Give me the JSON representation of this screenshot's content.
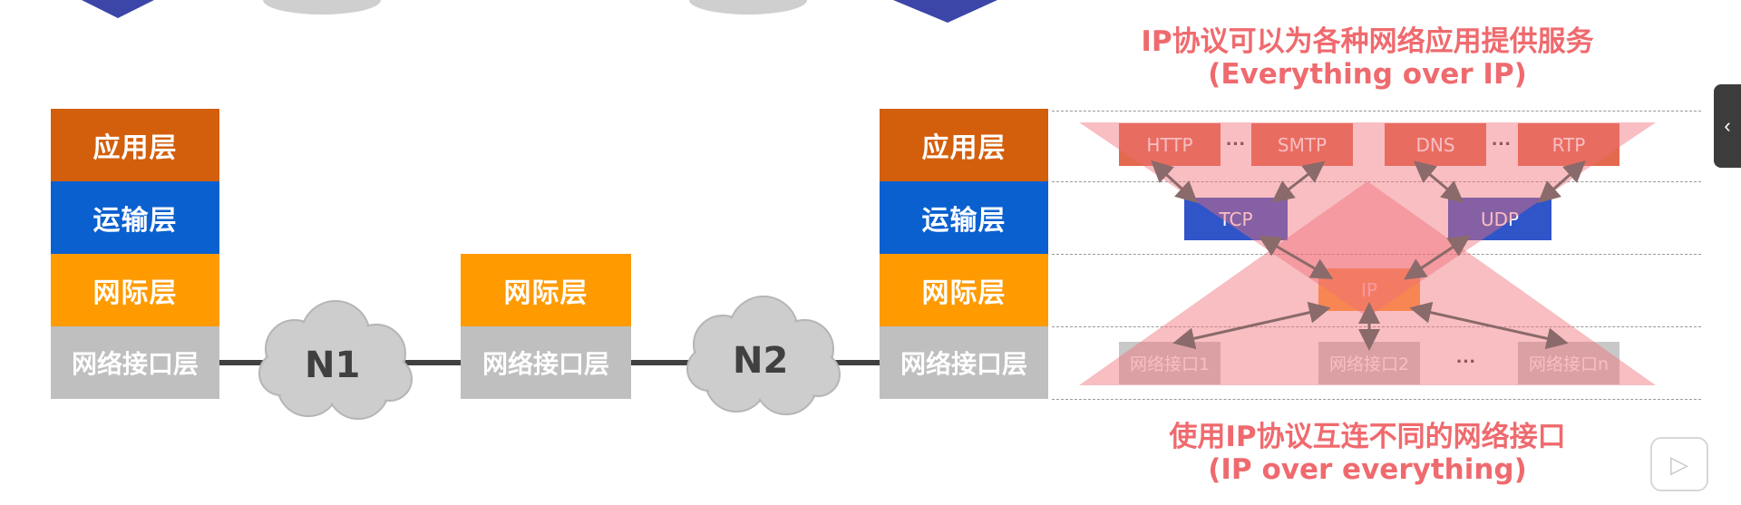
{
  "layers": {
    "app": "应用层",
    "transport": "运输层",
    "internet": "网际层",
    "interface": "网络接口层"
  },
  "clouds": {
    "n1": "N1",
    "n2": "N2"
  },
  "protocols": {
    "http": "HTTP",
    "smtp": "SMTP",
    "dns": "DNS",
    "rtp": "RTP",
    "tcp": "TCP",
    "udp": "UDP",
    "ip": "IP",
    "if1": "网络接口1",
    "if2": "网络接口2",
    "ifn": "网络接口n",
    "ellipsis": "···",
    "ellipsis_bottom": "···"
  },
  "notes": {
    "top_line1": "IP协议可以为各种网络应用提供服务",
    "top_line2": "(Everything over IP)",
    "bottom_line1": "使用IP协议互连不同的网络接口",
    "bottom_line2": "(IP over everything)"
  },
  "ui": {
    "side_tab_icon": "chevron-left-icon",
    "play_icon": "play-icon"
  },
  "colors": {
    "application": "#d35f0c",
    "transport": "#0a60cf",
    "internet": "#ff9a00",
    "interface": "#bfbfbf",
    "note": "#ef6a6e"
  }
}
